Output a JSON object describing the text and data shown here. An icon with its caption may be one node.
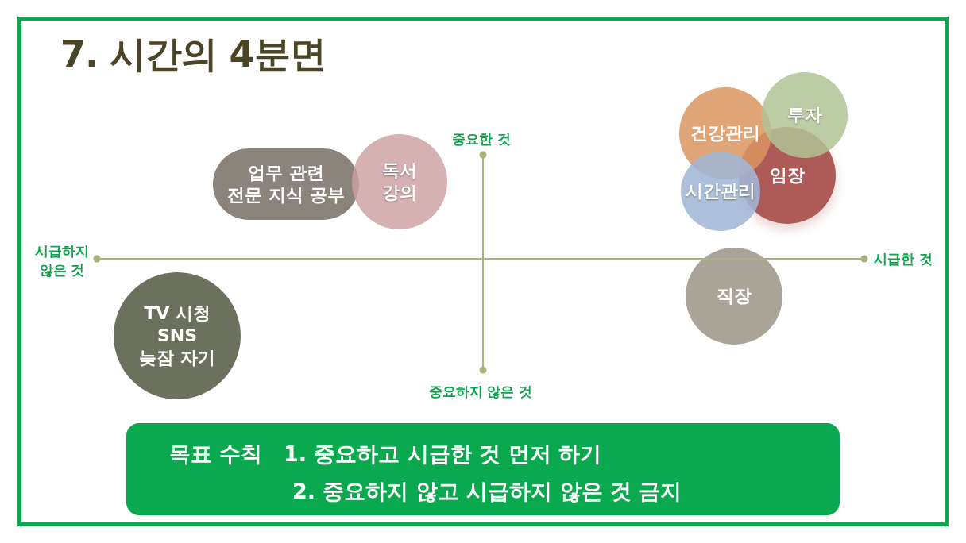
{
  "diagram": {
    "title": "7. 시간의 4분면",
    "nodes": [
      {
        "text": [
          "업무 관련 전문 지식 공부"
        ]
      },
      {
        "text": [
          "독서 강의"
        ]
      },
      {
        "text": [
          "건강관리"
        ]
      },
      {
        "text": [
          "투자"
        ]
      },
      {
        "text": [
          "시간관리"
        ]
      },
      {
        "text": [
          "임장"
        ]
      },
      {
        "text": [
          "직장"
        ]
      },
      {
        "text": [
          "TV 시청 SNS 늦잠 자기"
        ]
      },
      {
        "text": [
          "목표 수칙",
          "1. 중요하고 시급한 것 먼저 하기",
          "2. 중요하지 않고 시급하지 않은 것 금지"
        ]
      }
    ],
    "labels": [
      "중요한 것",
      "시급하지 않은 것",
      "시급한 것",
      "중요하지 않은 것"
    ]
  }
}
